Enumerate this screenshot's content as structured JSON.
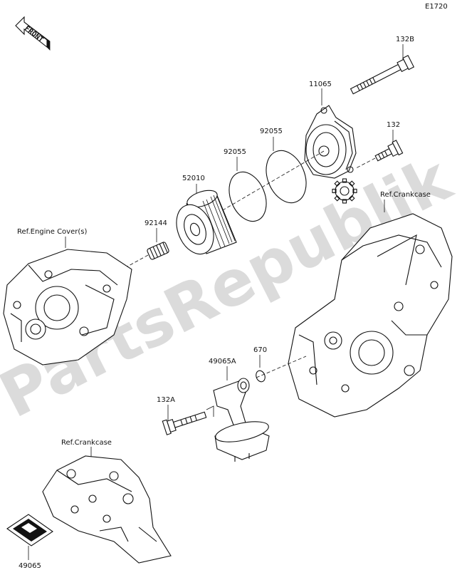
{
  "diagram_code": "E1720",
  "front_label": "FRONT",
  "watermark": "PartsRepublik",
  "parts": {
    "bolt_132b": "132B",
    "cover_11065": "11065",
    "bolt_132": "132",
    "oring_92055_outer": "92055",
    "oring_92055_inner": "92055",
    "filter_52010": "52010",
    "spring_92144": "92144",
    "pipe_49065a": "49065A",
    "oring_670": "670",
    "bolt_132a": "132A",
    "set_49065": "49065"
  },
  "references": {
    "engine_cover": "Ref.Engine Cover(s)",
    "crankcase_upper": "Ref.Crankcase",
    "crankcase_lower": "Ref.Crankcase"
  },
  "icons": {
    "front_arrow": "front-arrow-icon",
    "gear": "gear-icon",
    "kit": "kit-box-icon"
  }
}
